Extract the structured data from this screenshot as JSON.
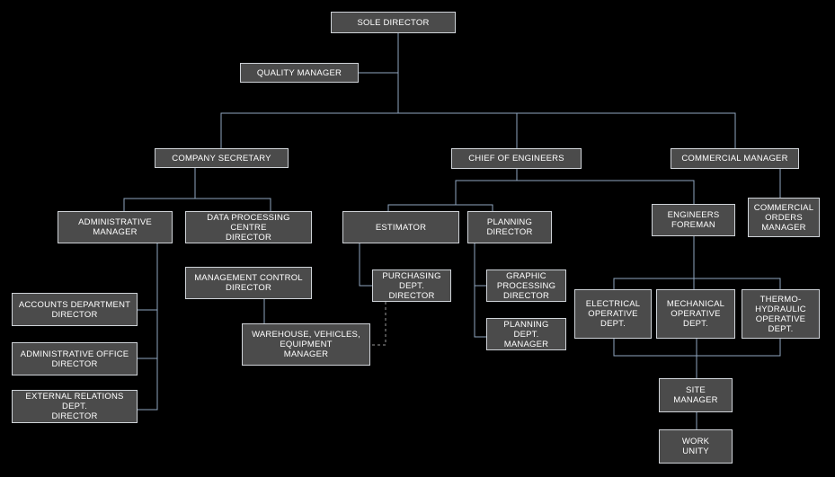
{
  "nodes": [
    {
      "id": "sole-director",
      "label": "SOLE DIRECTOR"
    },
    {
      "id": "quality-manager",
      "label": "QUALITY MANAGER"
    },
    {
      "id": "company-secretary",
      "label": "COMPANY SECRETARY"
    },
    {
      "id": "chief-of-engineers",
      "label": "CHIEF OF ENGINEERS"
    },
    {
      "id": "commercial-manager",
      "label": "COMMERCIAL MANAGER"
    },
    {
      "id": "administrative-manager",
      "label": "ADMINISTRATIVE\nMANAGER"
    },
    {
      "id": "data-processing-centre-director",
      "label": "DATA PROCESSING CENTRE\nDIRECTOR"
    },
    {
      "id": "estimator",
      "label": "ESTIMATOR"
    },
    {
      "id": "planning-director",
      "label": "PLANNING\nDIRECTOR"
    },
    {
      "id": "engineers-foreman",
      "label": "ENGINEERS\nFOREMAN"
    },
    {
      "id": "commercial-orders-manager",
      "label": "COMMERCIAL\nORDERS\nMANAGER"
    },
    {
      "id": "management-control-director",
      "label": "MANAGEMENT CONTROL\nDIRECTOR"
    },
    {
      "id": "purchasing-dept-director",
      "label": "PURCHASING\nDEPT.\nDIRECTOR"
    },
    {
      "id": "graphic-processing-director",
      "label": "GRAPHIC\nPROCESSING\nDIRECTOR"
    },
    {
      "id": "planning-dept-manager",
      "label": "PLANNING\nDEPT.\nMANAGER"
    },
    {
      "id": "electrical-operative-dept",
      "label": "ELECTRICAL\nOPERATIVE\nDEPT."
    },
    {
      "id": "mechanical-operative-dept",
      "label": "MECHANICAL\nOPERATIVE\nDEPT."
    },
    {
      "id": "thermo-hydraulic-operative-dept",
      "label": "THERMO-\nHYDRAULIC\nOPERATIVE\nDEPT."
    },
    {
      "id": "accounts-department-director",
      "label": "ACCOUNTS DEPARTMENT\nDIRECTOR"
    },
    {
      "id": "administrative-office-director",
      "label": "ADMINISTRATIVE OFFICE\nDIRECTOR"
    },
    {
      "id": "external-relations-dept-director",
      "label": "EXTERNAL RELATIONS DEPT.\nDIRECTOR"
    },
    {
      "id": "warehouse-vehicles-equipment-manager",
      "label": "WAREHOUSE, VEHICLES,\nEQUIPMENT\nMANAGER"
    },
    {
      "id": "site-manager",
      "label": "SITE\nMANAGER"
    },
    {
      "id": "work-unity",
      "label": "WORK\nUNITY"
    }
  ],
  "edges": [
    {
      "from": "sole-director",
      "to": "quality-manager"
    },
    {
      "from": "sole-director",
      "to": "company-secretary"
    },
    {
      "from": "sole-director",
      "to": "chief-of-engineers"
    },
    {
      "from": "sole-director",
      "to": "commercial-manager"
    },
    {
      "from": "company-secretary",
      "to": "administrative-manager"
    },
    {
      "from": "company-secretary",
      "to": "data-processing-centre-director"
    },
    {
      "from": "chief-of-engineers",
      "to": "estimator"
    },
    {
      "from": "chief-of-engineers",
      "to": "planning-director"
    },
    {
      "from": "chief-of-engineers",
      "to": "engineers-foreman"
    },
    {
      "from": "commercial-manager",
      "to": "commercial-orders-manager"
    },
    {
      "from": "administrative-manager",
      "to": "accounts-department-director"
    },
    {
      "from": "administrative-manager",
      "to": "administrative-office-director"
    },
    {
      "from": "administrative-manager",
      "to": "external-relations-dept-director"
    },
    {
      "from": "management-control-director",
      "to": "warehouse-vehicles-equipment-manager"
    },
    {
      "from": "estimator",
      "to": "purchasing-dept-director"
    },
    {
      "from": "purchasing-dept-director",
      "to": "warehouse-vehicles-equipment-manager",
      "style": "dashed"
    },
    {
      "from": "planning-director",
      "to": "graphic-processing-director"
    },
    {
      "from": "planning-director",
      "to": "planning-dept-manager"
    },
    {
      "from": "engineers-foreman",
      "to": "electrical-operative-dept"
    },
    {
      "from": "engineers-foreman",
      "to": "mechanical-operative-dept"
    },
    {
      "from": "engineers-foreman",
      "to": "thermo-hydraulic-operative-dept"
    },
    {
      "from": "mechanical-operative-dept",
      "to": "site-manager"
    },
    {
      "from": "site-manager",
      "to": "work-unity"
    }
  ],
  "colors": {
    "background": "#000000",
    "node_fill": "#4b4b4b",
    "node_border": "#cfd3d8",
    "connector": "#8fa6bf",
    "text": "#ffffff"
  }
}
